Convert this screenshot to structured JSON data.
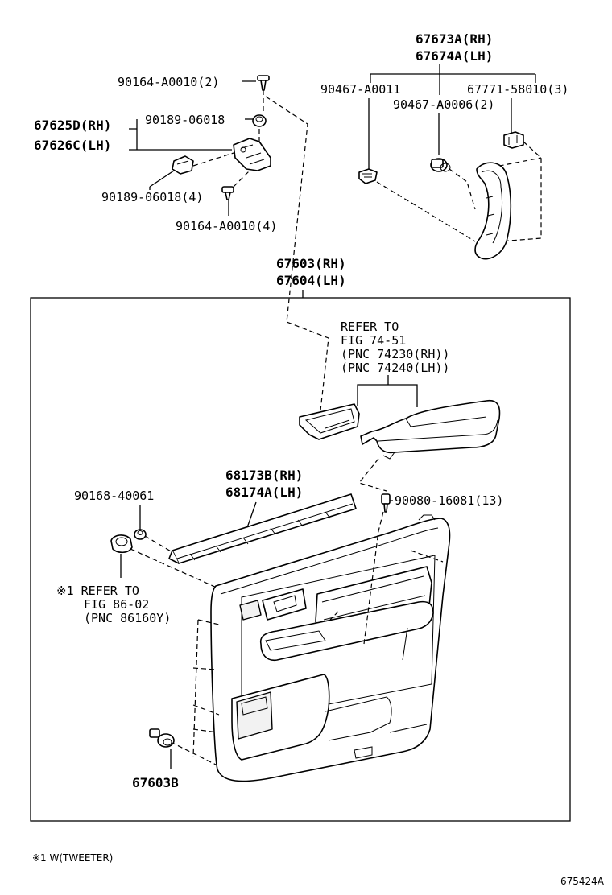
{
  "diagram_id": "675424A",
  "footnote": "※1 W(TWEETER)",
  "parts": {
    "p_67673A": "67673A(RH)",
    "p_67674A": "67674A(LH)",
    "p_90164_2": "90164-A0010(2)",
    "p_90467_A0011": "90467-A0011",
    "p_67771": "67771-58010(3)",
    "p_90467_A0006": "90467-A0006(2)",
    "p_67625D": "67625D(RH)",
    "p_67626C": "67626C(LH)",
    "p_90189_top": "90189-06018",
    "p_90189_4": "90189-06018(4)",
    "p_90164_4": "90164-A0010(4)",
    "p_67603": "67603(RH)",
    "p_67604": "67604(LH)",
    "p_68173B": "68173B(RH)",
    "p_68174A": "68174A(LH)",
    "p_90168": "90168-40061",
    "p_90080": "90080-16081(13)",
    "p_67603B": "67603B"
  },
  "refs": {
    "ref_74_line1": "REFER TO",
    "ref_74_line2": "FIG 74-51",
    "ref_74_line3": "(PNC 74230(RH))",
    "ref_74_line4": "(PNC 74240(LH))",
    "ref_86_line1": "※1 REFER TO",
    "ref_86_line2": "FIG 86-02",
    "ref_86_line3": "(PNC 86160Y)"
  }
}
